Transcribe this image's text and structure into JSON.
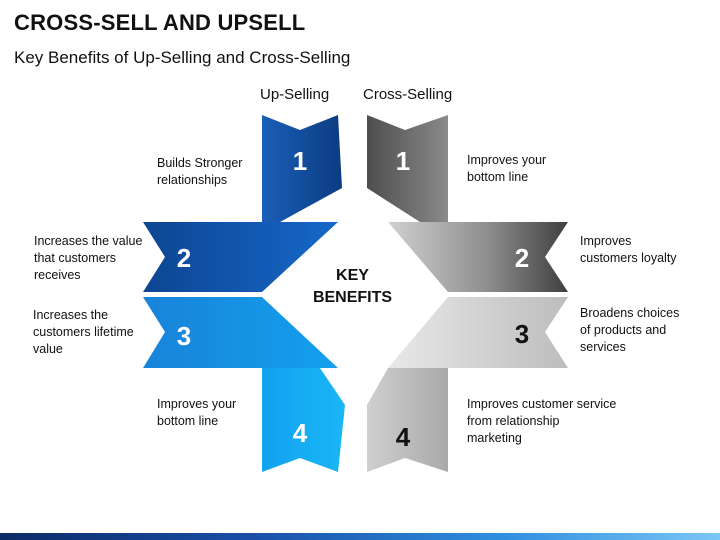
{
  "title": "CROSS-SELL AND UPSELL",
  "subtitle": "Key Benefits of Up-Selling and Cross-Selling",
  "columns": {
    "upselling": "Up-Selling",
    "crossselling": "Cross-Selling"
  },
  "center": {
    "line1": "KEY",
    "line2": "BENEFITS"
  },
  "upselling": [
    {
      "number": "1",
      "text": "Builds Stronger relationships"
    },
    {
      "number": "2",
      "text": "Increases the value that customers receives"
    },
    {
      "number": "3",
      "text": "Increases the customers lifetime value"
    },
    {
      "number": "4",
      "text": "Improves your bottom line"
    }
  ],
  "crossselling": [
    {
      "number": "1",
      "text": "Improves your bottom line"
    },
    {
      "number": "2",
      "text": "Improves customers loyalty"
    },
    {
      "number": "3",
      "text": "Broadens choices of products and services"
    },
    {
      "number": "4",
      "text": "Improves customer service from relationship marketing"
    }
  ],
  "colors": {
    "blue_dark": "#0a3f85",
    "blue_mid": "#1766c8",
    "blue_light": "#1aa8f0",
    "gray_dark": "#5c5c5c",
    "gray_mid": "#9a9a9a",
    "gray_light": "#d8d8d8"
  }
}
